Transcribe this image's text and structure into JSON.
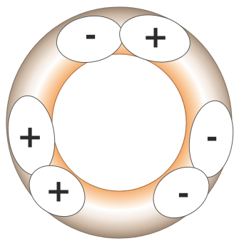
{
  "diagram": {
    "colors": {
      "ring_outer_edge": "#8a7868",
      "ring_light": "#ffffff",
      "ring_warm": "#f6b57c",
      "ring_shadow": "#b8a391",
      "blob_fill": "#ffffff",
      "blob_stroke": "#5a5a5a",
      "sign_color": "#2b2b2b"
    },
    "blobs": [
      {
        "id": "top-left",
        "sign": "-"
      },
      {
        "id": "top-right",
        "sign": "+"
      },
      {
        "id": "left-upper",
        "sign": "+"
      },
      {
        "id": "left-lower",
        "sign": "+"
      },
      {
        "id": "right-upper",
        "sign": "-"
      },
      {
        "id": "right-lower",
        "sign": "-"
      }
    ]
  }
}
